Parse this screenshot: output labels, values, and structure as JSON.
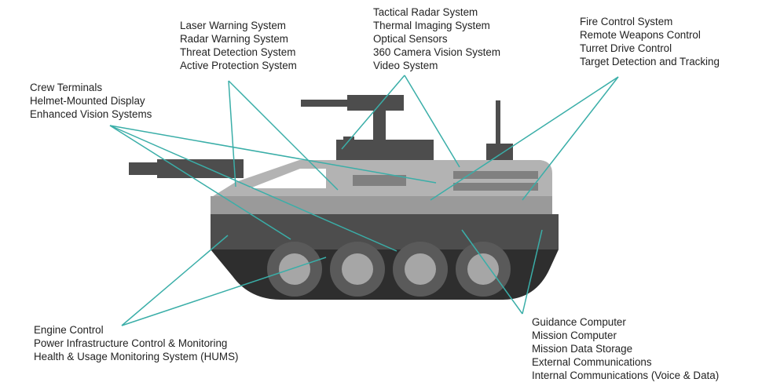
{
  "colors": {
    "leader_line": "#3aaea8",
    "hull_light": "#b3b3b3",
    "hull_mid": "#9a9a9a",
    "hull_dark": "#4d4d4d",
    "hull_darkest": "#2e2e2e",
    "wheel": "#a6a6a6",
    "text": "#222222"
  },
  "label_groups": [
    {
      "id": "laser",
      "items": [
        "Laser Warning System",
        "Radar Warning System",
        "Threat Detection System",
        "Active Protection System"
      ]
    },
    {
      "id": "radar",
      "items": [
        "Tactical Radar System",
        "Thermal Imaging System",
        "Optical Sensors",
        "360 Camera Vision System",
        "Video System"
      ]
    },
    {
      "id": "fire",
      "items": [
        "Fire Control System",
        "Remote Weapons Control",
        "Turret Drive Control",
        "Target Detection and Tracking"
      ]
    },
    {
      "id": "crew",
      "items": [
        "Crew Terminals",
        "Helmet-Mounted Display",
        "Enhanced Vision Systems"
      ]
    },
    {
      "id": "engine",
      "items": [
        "Engine Control",
        "Power Infrastructure Control & Monitoring",
        "Health & Usage Monitoring System (HUMS)"
      ]
    },
    {
      "id": "guidance",
      "items": [
        "Guidance Computer",
        "Mission Computer",
        "Mission Data Storage",
        "External Communications",
        "Internal Communications (Voice & Data)"
      ]
    }
  ]
}
